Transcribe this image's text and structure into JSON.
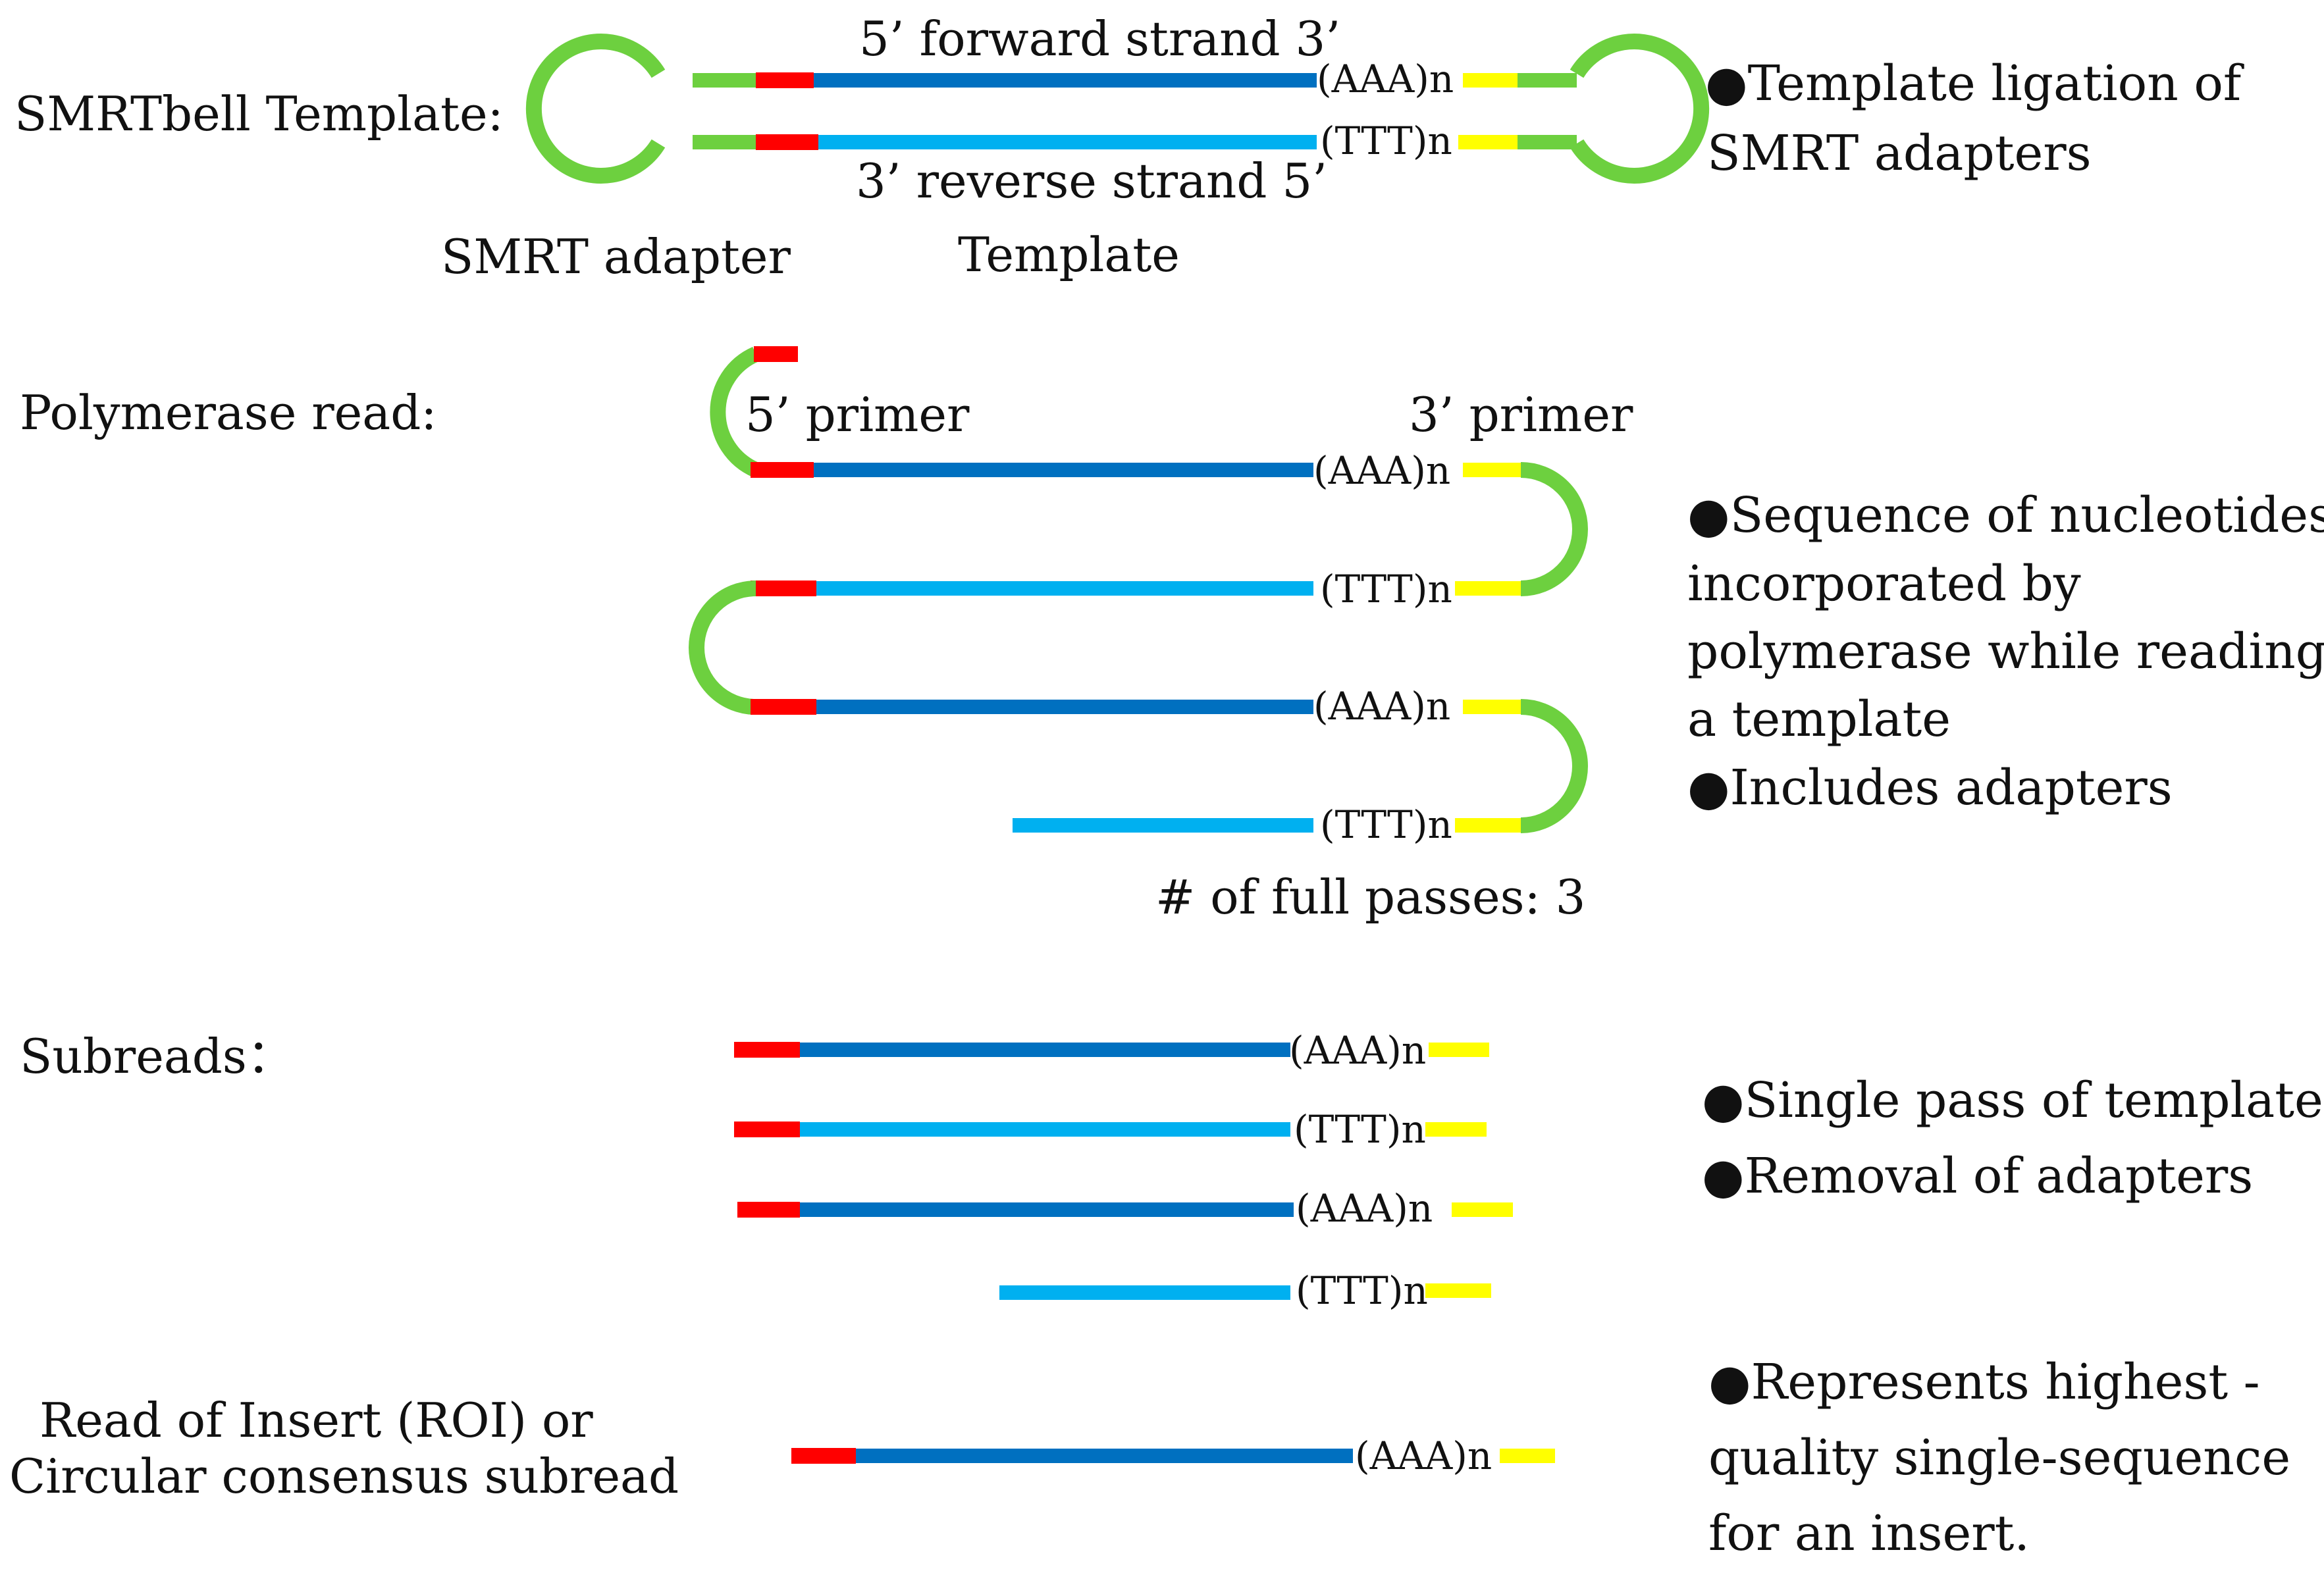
{
  "colors": {
    "adapter": "#6DD03F",
    "primer": "#FF0000",
    "forward_strand": "#0070C0",
    "reverse_strand": "#00B0F0",
    "poly": "#FFFF00",
    "text": "#111111"
  },
  "labels": {
    "smrtbell_template": "SMRTbell Template:",
    "polymerase_read": "Polymerase read:",
    "subreads": "Subreads：",
    "roi_line1": "Read of Insert (ROI) or",
    "roi_line2": "Circular consensus  subread"
  },
  "smrtbell": {
    "forward_strand_label": "5’ forward strand 3’",
    "reverse_strand_label": "3’ reverse strand 5’",
    "poly_a": "(AAA)n",
    "poly_t": "(TTT)n",
    "adapter_label": "SMRT adapter",
    "template_label": "Template"
  },
  "polymerase": {
    "primer5_label": "5’ primer",
    "primer3_label": "3’ primer",
    "poly_a": "(AAA)n",
    "poly_t": "(TTT)n",
    "passes_label": "# of full passes: 3"
  },
  "subreads_poly": {
    "poly_a": "(AAA)n",
    "poly_t": "(TTT)n"
  },
  "roi_poly": {
    "poly_a": "(AAA)n"
  },
  "notes": {
    "template_ligation_1": "●Template ligation of",
    "template_ligation_2": "SMRT adapters",
    "sequence_1": "●Sequence of nucleotides",
    "sequence_2": "incorporated by",
    "sequence_3": "polymerase while reading",
    "sequence_4": "a template",
    "includes_adapters": "●Includes adapters",
    "single_pass": "●Single pass of template",
    "removal": "●Removal of adapters",
    "represents_1": "●Represents highest -",
    "represents_2": "quality single-sequence",
    "represents_3": "for an insert."
  }
}
